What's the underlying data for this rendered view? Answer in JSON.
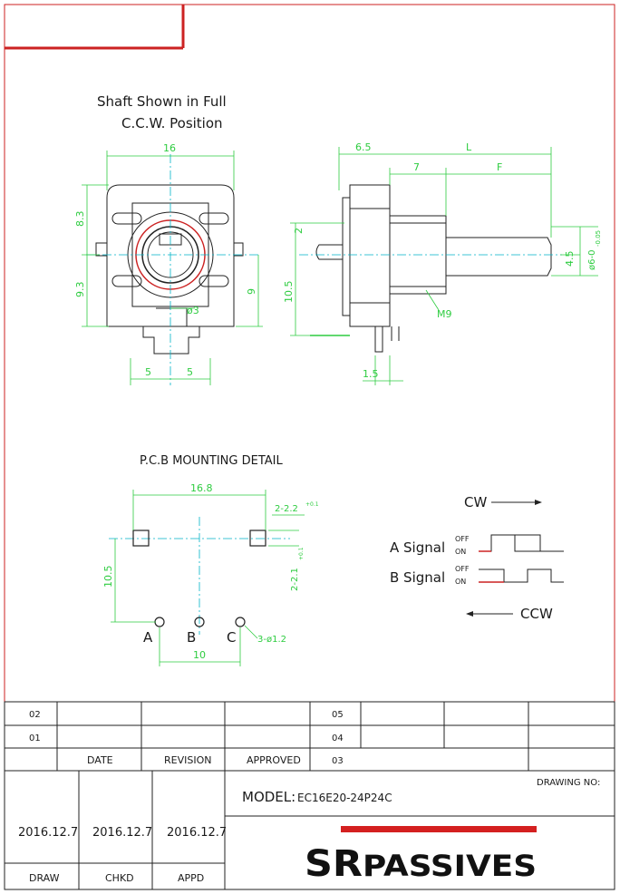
{
  "colors": {
    "border_red": "#cc2222",
    "outline": "#222222",
    "dimension_green": "#2ecc40",
    "centerline_cyan": "#00b4c8",
    "logo_red": "#d42020"
  },
  "front_view": {
    "caption_line1": "Shaft Shown in Full",
    "caption_line2": "C.C.W. Position",
    "dim_width": "16",
    "dim_upper": "8.3",
    "dim_lower": "9.3",
    "dim_right": "9",
    "dim_hole": "ø3",
    "dim_pin_left": "5",
    "dim_pin_right": "5"
  },
  "side_view": {
    "dim_bushing": "6.5",
    "dim_total": "L",
    "dim_thread": "7",
    "dim_flat": "F",
    "dim_tab": "2",
    "dim_height": "10.5",
    "dim_half": "4.5",
    "dim_shaft": "ø6-0",
    "dim_shaft_tol": "-0.05",
    "thread_label": "M9",
    "dim_pin": "1.5"
  },
  "pcb": {
    "title": "P.C.B MOUNTING DETAIL",
    "dim_width": "16.8",
    "dim_slot_top": "2-2.2",
    "dim_slot_top_tol": "+0.1",
    "dim_slot_side": "2-2.1",
    "dim_slot_side_tol": "+0.1",
    "dim_height": "10.5",
    "dim_pins": "10",
    "dim_holes": "3-ø1.2",
    "pin_a": "A",
    "pin_b": "B",
    "pin_c": "C"
  },
  "signals": {
    "cw": "CW",
    "ccw": "CCW",
    "a_signal": "A Signal",
    "b_signal": "B Signal",
    "off": "OFF",
    "on": "ON"
  },
  "title_block": {
    "rev_02": "02",
    "rev_01": "01",
    "rev_05": "05",
    "rev_04": "04",
    "rev_03": "03",
    "date_header": "DATE",
    "revision_header": "REVISION",
    "approved_header": "APPROVED",
    "model_label": "MODEL:",
    "model_value": "EC16E20-24P24C",
    "drawing_no_label": "DRAWING NO:",
    "draw_date": "2016.12.7",
    "chkd_date": "2016.12.7",
    "appd_date": "2016.12.7",
    "draw_label": "DRAW",
    "chkd_label": "CHKD",
    "appd_label": "APPD",
    "logo_sr": "SR",
    "logo_passives": "PASSIVES"
  }
}
